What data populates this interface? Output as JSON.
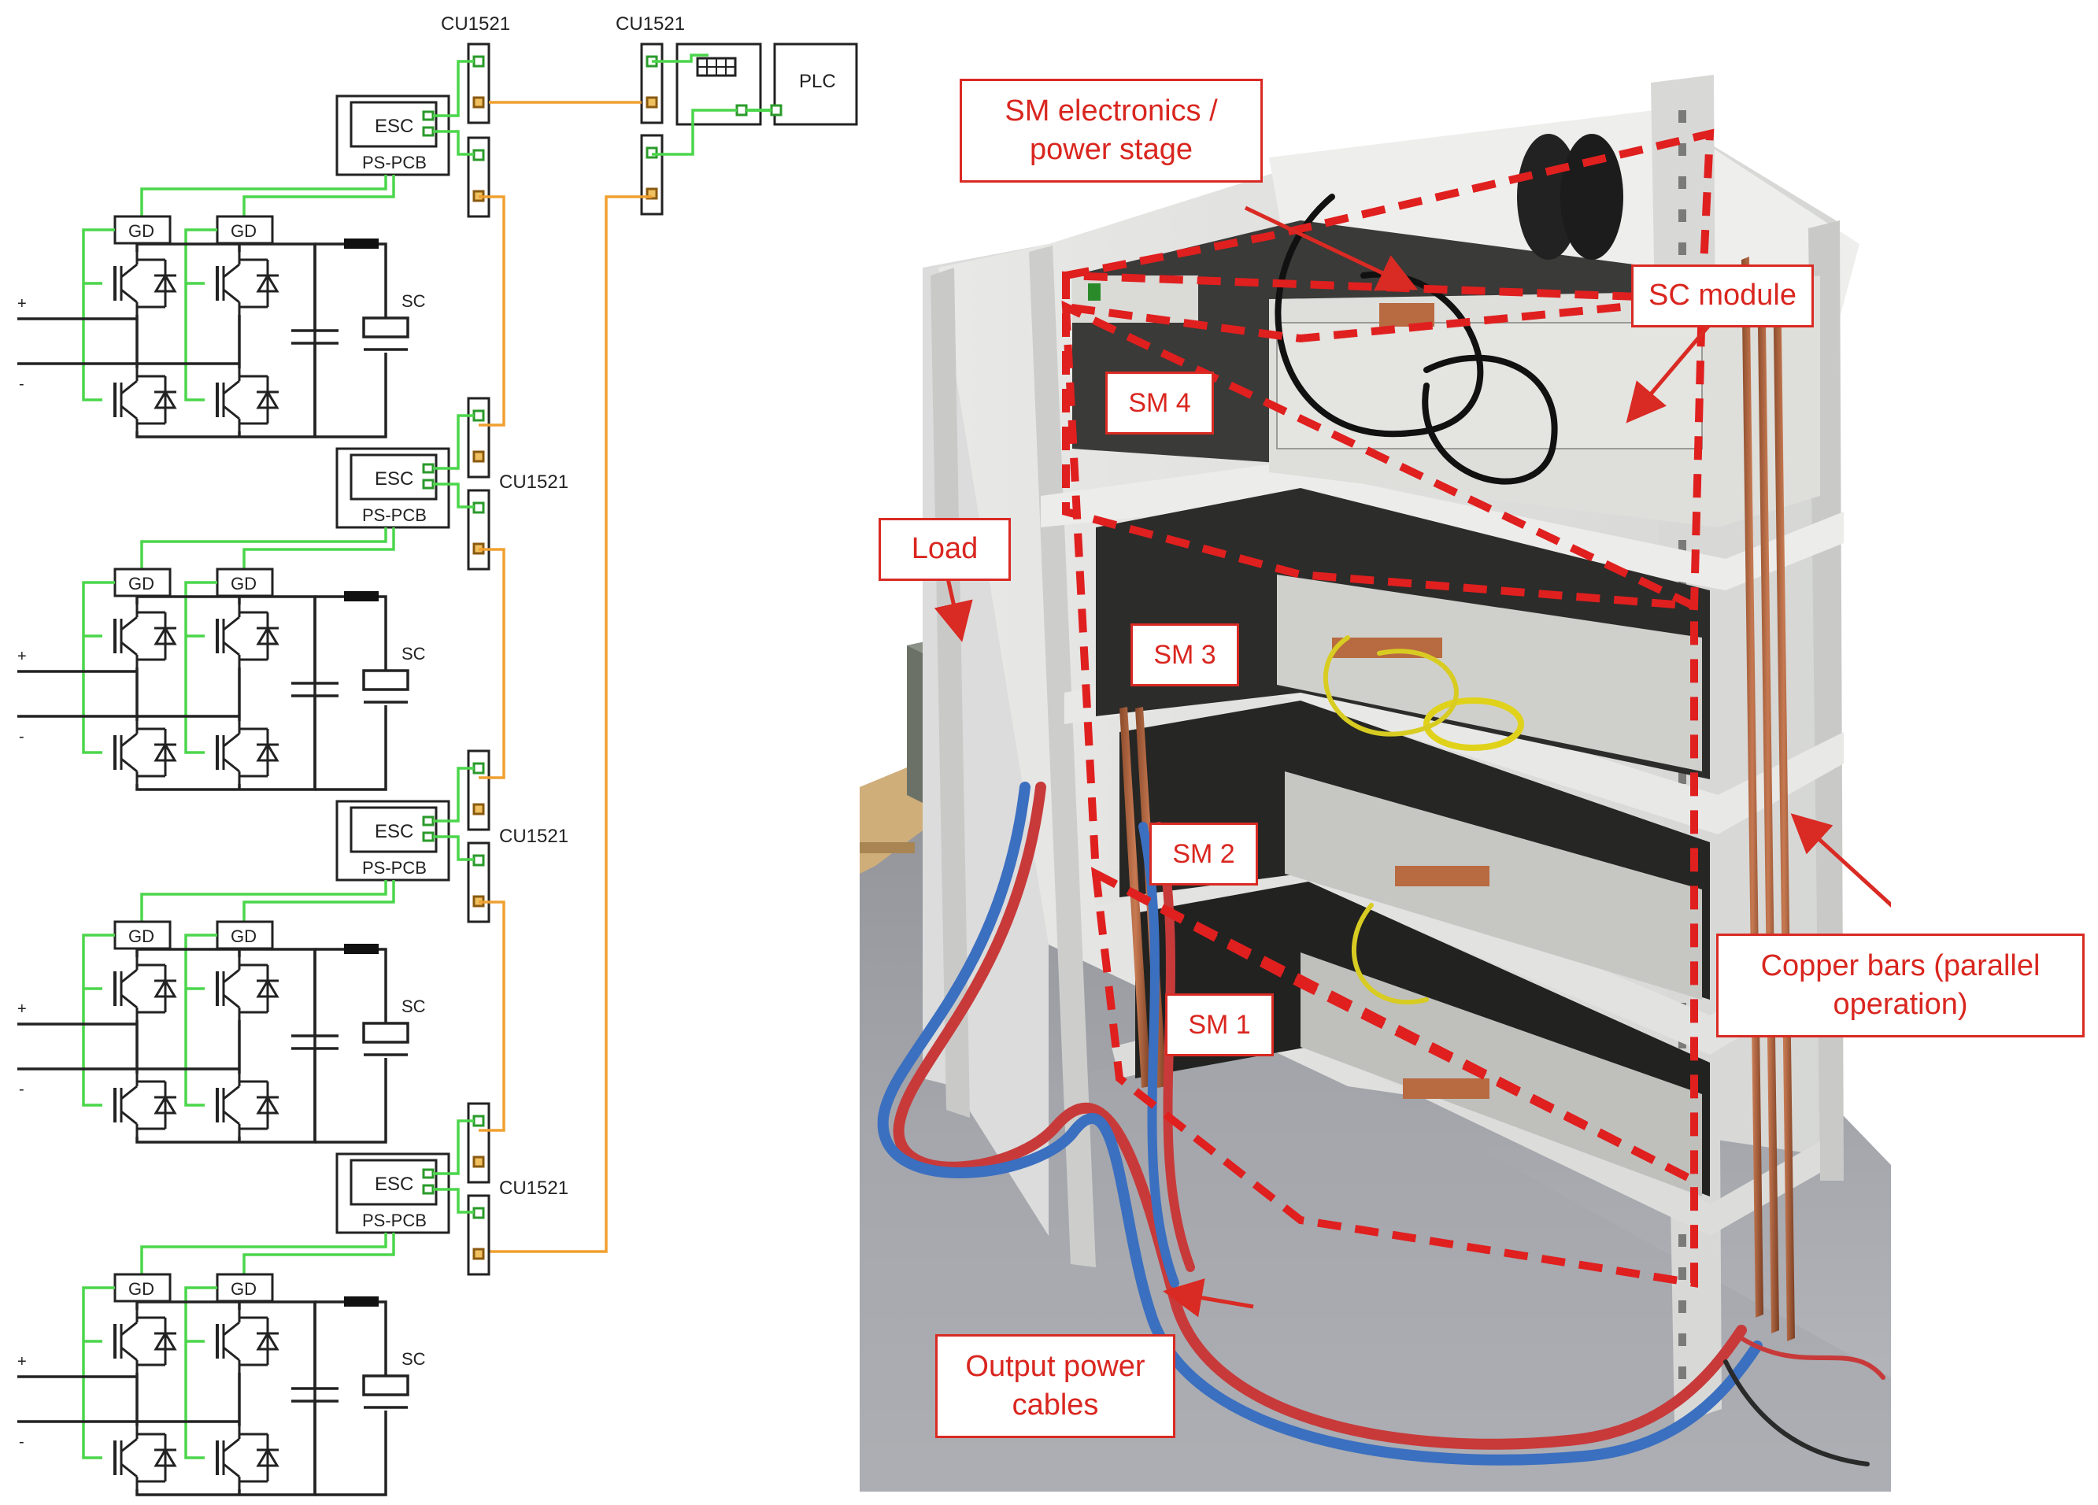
{
  "schematic": {
    "top_labels": [
      "CU1521",
      "CU1521"
    ],
    "plc_label": "PLC",
    "modules": [
      {
        "esc": "ESC",
        "pcb": "PS-PCB",
        "gd": [
          "GD",
          "GD"
        ],
        "sc": "SC",
        "cu": "",
        "plus": "+",
        "minus": "-"
      },
      {
        "esc": "ESC",
        "pcb": "PS-PCB",
        "gd": [
          "GD",
          "GD"
        ],
        "sc": "SC",
        "cu": "CU1521",
        "plus": "+",
        "minus": "-"
      },
      {
        "esc": "ESC",
        "pcb": "PS-PCB",
        "gd": [
          "GD",
          "GD"
        ],
        "sc": "SC",
        "cu": "CU1521",
        "plus": "+",
        "minus": "-"
      },
      {
        "esc": "ESC",
        "pcb": "PS-PCB",
        "gd": [
          "GD",
          "GD"
        ],
        "sc": "SC",
        "cu": "CU1521",
        "plus": "+",
        "minus": "-"
      }
    ],
    "colors": {
      "control": "#4bd64b",
      "fiber": "#f0a030",
      "wire": "#222222"
    }
  },
  "photo": {
    "callouts": {
      "sm_electronics": "SM electronics /\npower stage",
      "sc_module": "SC module",
      "sm4": "SM 4",
      "load": "Load",
      "sm3": "SM 3",
      "sm2": "SM 2",
      "sm1": "SM 1",
      "copper_bars": "Copper bars (parallel\noperation)",
      "output_cables": "Output power\ncables"
    },
    "colors": {
      "callout": "#d92a23",
      "dashed_box": "#e01f1f"
    }
  }
}
